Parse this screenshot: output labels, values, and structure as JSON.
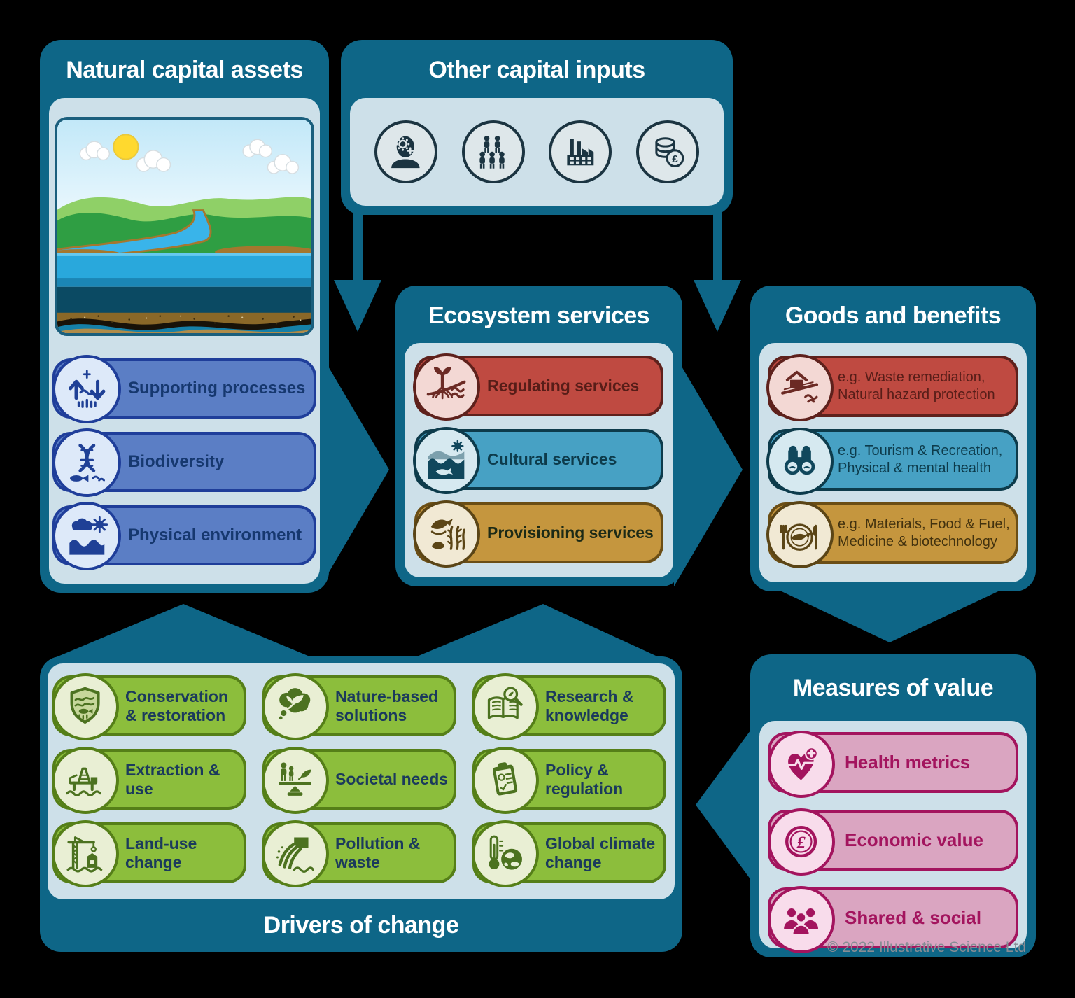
{
  "palette": {
    "background": "#000000",
    "teal": "#0e6687",
    "panel_body": "#cde0e9",
    "title_text": "#ffffff",
    "blue_fill": "#5b7ec5",
    "blue_border": "#1f3e9a",
    "blue_text": "#16386f",
    "red_fill": "#bf4a41",
    "red_border": "#5e211c",
    "red_text": "#571d18",
    "cyan_fill": "#47a1c4",
    "cyan_border": "#0d3b4b",
    "cyan_text": "#0d3b4b",
    "gold_fill": "#c5963e",
    "gold_border": "#6b4e15",
    "gold_text": "#1c2a16",
    "gold_goods_text": "#42320f",
    "green_fill": "#8cbe3c",
    "green_border": "#557f18",
    "green_text": "#1b3a5c",
    "pink_fill": "#daa5c1",
    "pink_border": "#a3145e",
    "pink_text": "#a3145e",
    "copyright_text": "#878d95"
  },
  "panels": {
    "natural_capital": {
      "title": "Natural capital assets",
      "items": [
        {
          "label": "Supporting processes",
          "icon": "supporting-processes-icon"
        },
        {
          "label": "Biodiversity",
          "icon": "biodiversity-icon"
        },
        {
          "label": "Physical environment",
          "icon": "physical-environment-icon"
        }
      ]
    },
    "other_capital": {
      "title": "Other capital inputs",
      "icons": [
        {
          "name": "human-capital-icon"
        },
        {
          "name": "social-capital-icon"
        },
        {
          "name": "manufactured-capital-icon"
        },
        {
          "name": "financial-capital-icon"
        }
      ]
    },
    "ecosystem_services": {
      "title": "Ecosystem services",
      "items": [
        {
          "label": "Regulating services",
          "icon": "regulating-services-icon"
        },
        {
          "label": "Cultural services",
          "icon": "cultural-services-icon"
        },
        {
          "label": "Provisioning services",
          "icon": "provisioning-services-icon"
        }
      ]
    },
    "goods_benefits": {
      "title": "Goods and benefits",
      "items": [
        {
          "label": "e.g. Waste remediation, Natural hazard protection",
          "icon": "hazard-protection-icon"
        },
        {
          "label": "e.g. Tourism & Recreation, Physical & mental health",
          "icon": "tourism-recreation-icon"
        },
        {
          "label": "e.g. Materials, Food & Fuel, Medicine & biotechnology",
          "icon": "materials-food-icon"
        }
      ]
    },
    "drivers_of_change": {
      "title": "Drivers of change",
      "items": [
        {
          "label": "Conservation & restoration",
          "icon": "conservation-restoration-icon"
        },
        {
          "label": "Nature-based solutions",
          "icon": "nature-based-solutions-icon"
        },
        {
          "label": "Research & knowledge",
          "icon": "research-knowledge-icon"
        },
        {
          "label": "Extraction & use",
          "icon": "extraction-use-icon"
        },
        {
          "label": "Societal needs",
          "icon": "societal-needs-icon"
        },
        {
          "label": "Policy & regulation",
          "icon": "policy-regulation-icon"
        },
        {
          "label": "Land-use change",
          "icon": "land-use-change-icon"
        },
        {
          "label": "Pollution & waste",
          "icon": "pollution-waste-icon"
        },
        {
          "label": "Global climate change",
          "icon": "global-climate-change-icon"
        }
      ]
    },
    "measures_of_value": {
      "title": "Measures of value",
      "items": [
        {
          "label": "Health metrics",
          "icon": "health-metrics-icon"
        },
        {
          "label": "Economic value",
          "icon": "economic-value-icon"
        },
        {
          "label": "Shared & social",
          "icon": "shared-social-icon"
        }
      ]
    }
  },
  "footer": {
    "copyright": "© 2022 Illustrative Science Ltd"
  }
}
